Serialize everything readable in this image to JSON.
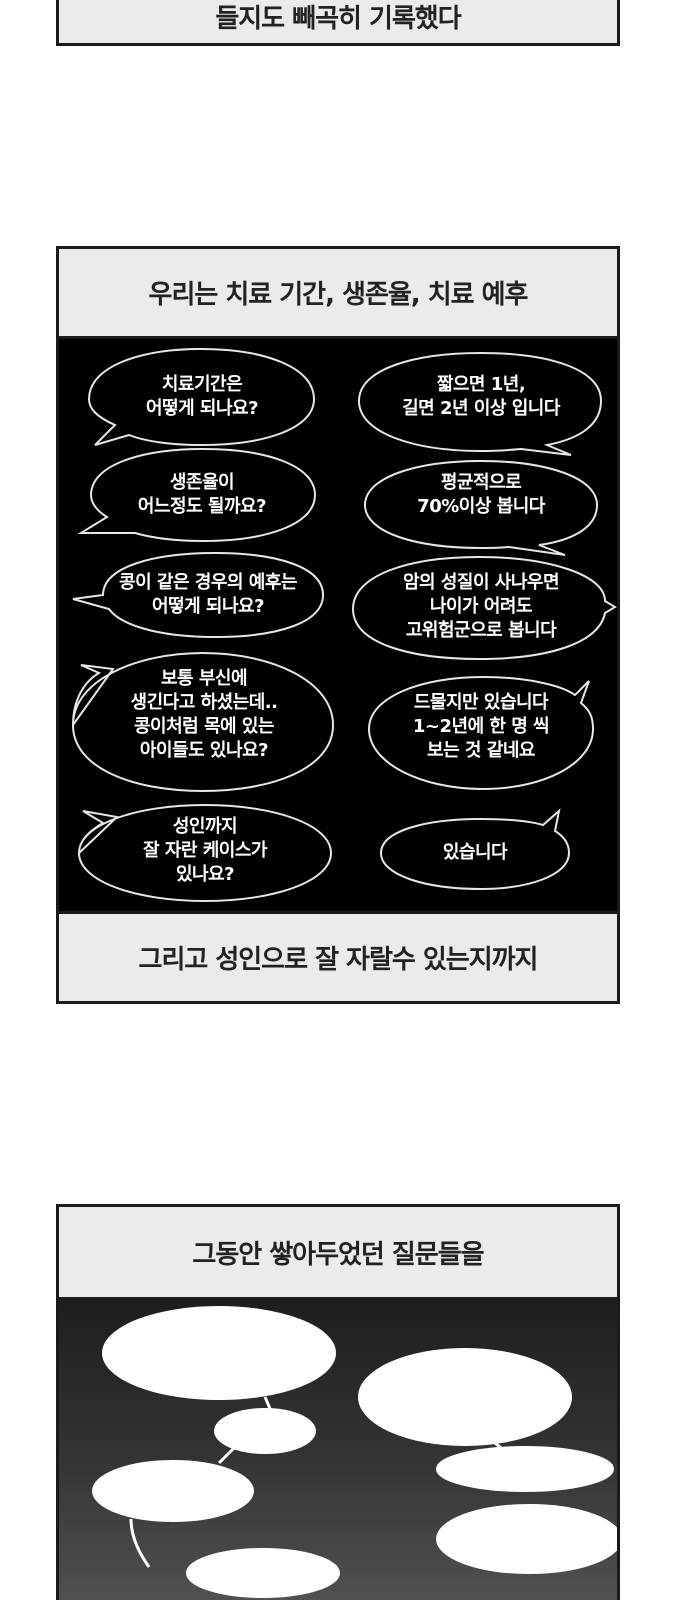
{
  "top_caption": "들지도 빼곡히 기록했다",
  "panel1": {
    "header": "우리는 치료 기간, 생존율, 치료 예후",
    "footer": "그리고 성인으로 잘 자랄수 있는지까지",
    "bubbles": [
      "치료기간은\n어떻게 되나요?",
      "짧으면 1년,\n길면 2년 이상 입니다",
      "생존율이\n어느정도 될까요?",
      "평균적으로\n70%이상 봅니다",
      "콩이 같은 경우의 예후는\n어떻게 되나요?",
      "암의 성질이 사나우면\n나이가 어려도\n고위험군으로 봅니다",
      "보통 부신에\n생긴다고 하셨는데..\n콩이처럼 목에 있는\n아이들도 있나요?",
      "드물지만 있습니다\n1~2년에 한 명 씩\n보는 것 같네요",
      "성인까지\n잘 자란 케이스가\n있나요?",
      "있습니다"
    ]
  },
  "panel2": {
    "header": "그동안 쌓아두었던 질문들을"
  }
}
